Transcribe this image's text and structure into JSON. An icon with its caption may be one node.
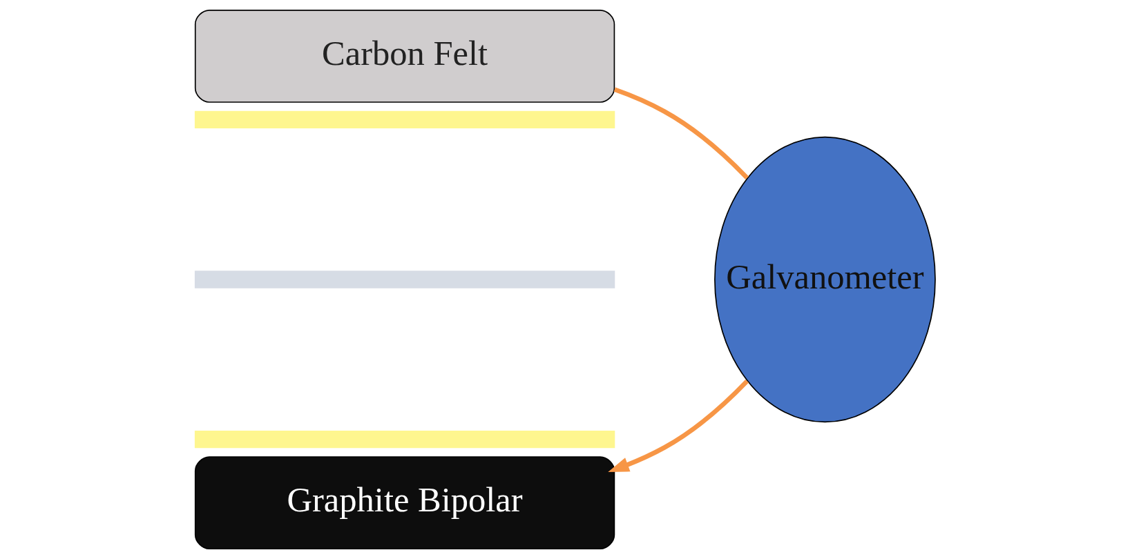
{
  "diagram": {
    "nodes": [
      {
        "text": [
          "Carbon Felt"
        ]
      },
      {
        "text": [],
        "shape": "bar"
      },
      {
        "text": [],
        "shape": "bar"
      },
      {
        "text": [],
        "shape": "bar"
      },
      {
        "text": [
          "Graphite Bipolar"
        ]
      },
      {
        "text": [
          "Galvanometer"
        ]
      }
    ],
    "edges": [
      {
        "from": 0,
        "to": 5,
        "arrow": "none"
      },
      {
        "from": 5,
        "to": 4,
        "arrow": "to"
      }
    ]
  }
}
